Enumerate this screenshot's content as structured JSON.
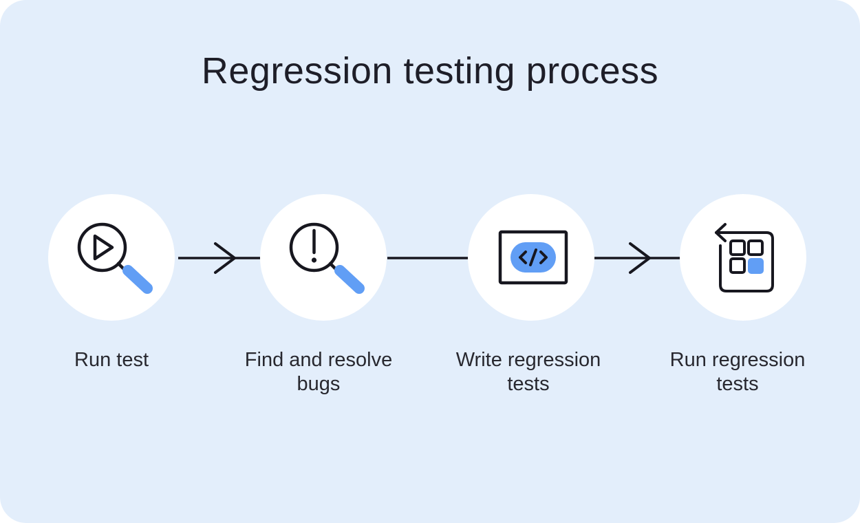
{
  "title": "Regression testing process",
  "colors": {
    "page_bg": "#ffffff",
    "card_bg": "#e3eefb",
    "badge_bg": "#ffffff",
    "accent_blue": "#619ef5",
    "stroke_dark": "#17171f",
    "title_color": "#1e1e28",
    "label_color": "#28282f"
  },
  "steps": [
    {
      "label": "Run test",
      "icon": "magnifier-play-icon"
    },
    {
      "label": "Find and resolve bugs",
      "icon": "magnifier-exclamation-icon"
    },
    {
      "label": "Write regression tests",
      "icon": "code-window-icon"
    },
    {
      "label": "Run regression tests",
      "icon": "test-suite-loop-icon"
    }
  ],
  "connectors": [
    {
      "from": "Run test",
      "to": "Find and resolve bugs",
      "type": "arrow"
    },
    {
      "from": "Find and resolve bugs",
      "to": "Write regression tests",
      "type": "line"
    },
    {
      "from": "Write regression tests",
      "to": "Run regression tests",
      "type": "arrow"
    }
  ]
}
